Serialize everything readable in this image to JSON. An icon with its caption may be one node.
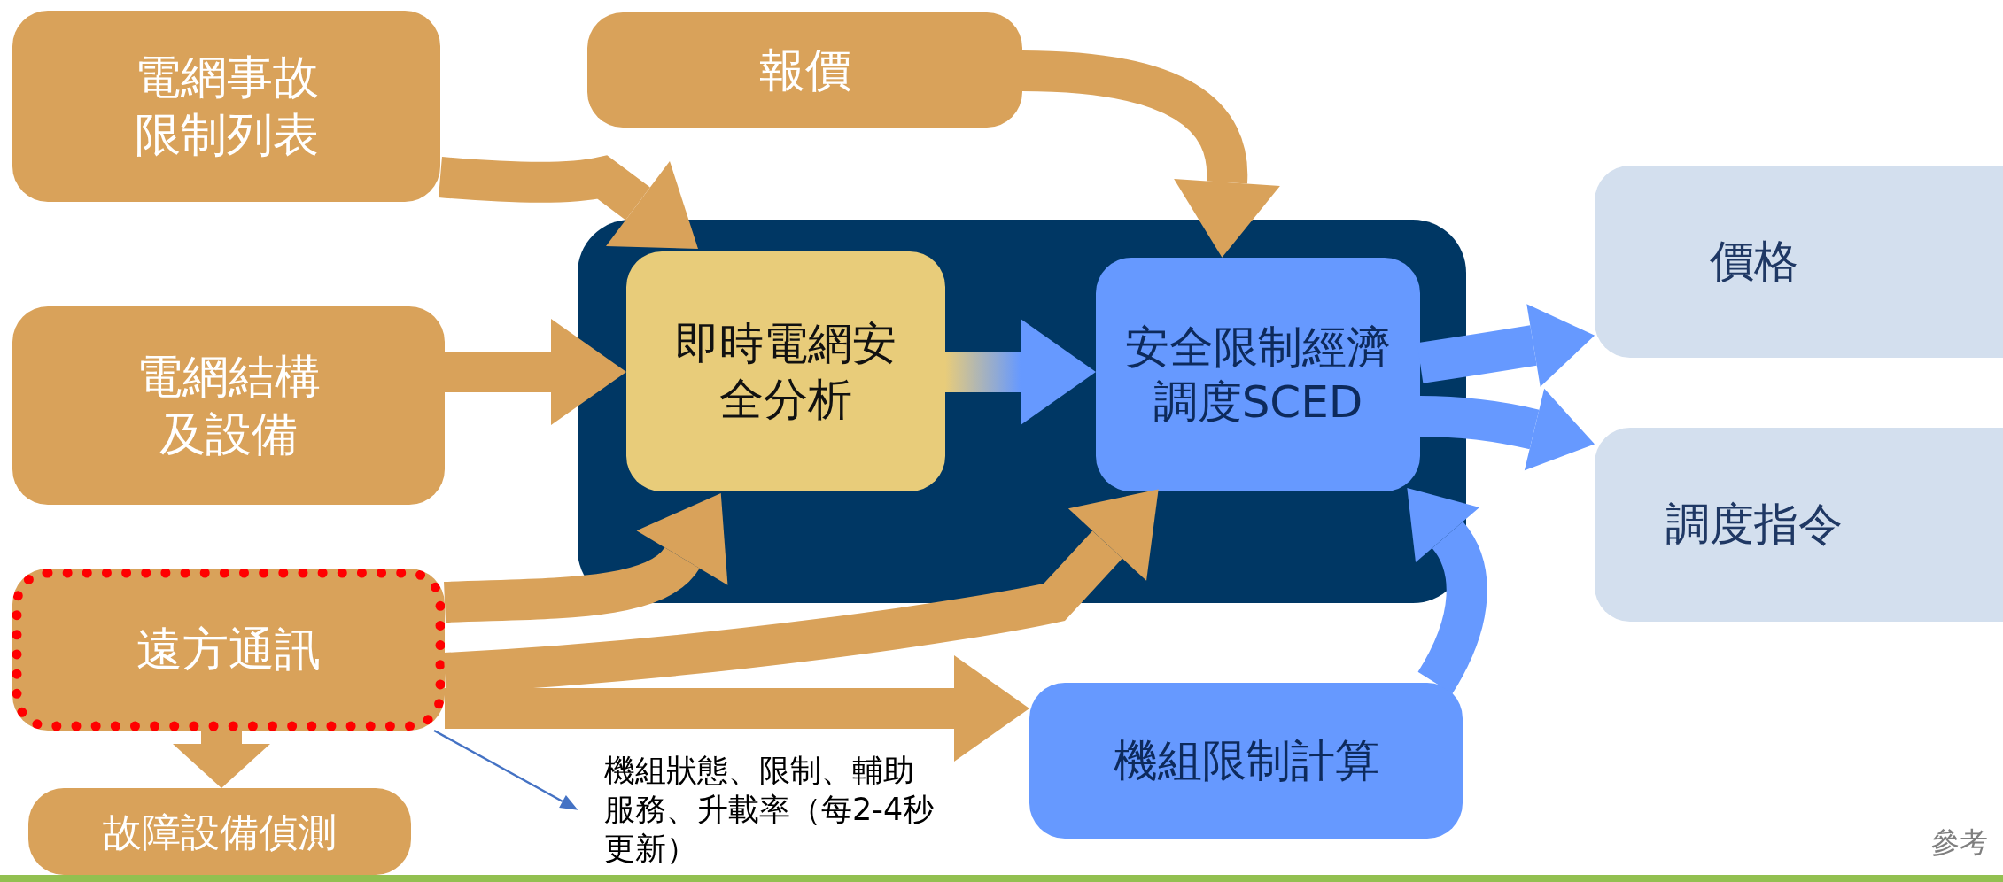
{
  "diagram": {
    "nodes": [
      {
        "text": [
          "電網事故限制列表"
        ]
      },
      {
        "text": [
          "報價"
        ]
      },
      {
        "text": [
          "電網結構及設備"
        ]
      },
      {
        "text": [
          "遠方通訊"
        ]
      },
      {
        "text": [
          "故障設備偵測"
        ]
      },
      {
        "text": [],
        "shape": "box"
      },
      {
        "text": [
          "即時電網安全分析"
        ],
        "in": 5
      },
      {
        "text": [
          "安全限制經濟調度SCED"
        ],
        "in": 5
      },
      {
        "text": [
          "價格"
        ]
      },
      {
        "text": [
          "調度指令"
        ]
      },
      {
        "text": [
          "機組限制計算"
        ]
      },
      {
        "text": [
          "機組狀態、限制、輔助服務、升載率（每2-4秒更新）"
        ]
      }
    ],
    "edges": [
      {
        "from": 0,
        "to": 6,
        "arrow": "to"
      },
      {
        "from": 1,
        "to": 7,
        "arrow": "to"
      },
      {
        "from": 2,
        "to": 6,
        "arrow": "to"
      },
      {
        "from": 3,
        "to": 6,
        "arrow": "to"
      },
      {
        "from": 3,
        "to": 7,
        "arrow": "to"
      },
      {
        "from": 3,
        "to": 10,
        "arrow": "to"
      },
      {
        "from": 3,
        "to": 4,
        "arrow": "to"
      },
      {
        "from": 6,
        "to": 7,
        "arrow": "to"
      },
      {
        "from": 7,
        "to": 8,
        "arrow": "to",
        "color": "#6699ff"
      },
      {
        "from": 7,
        "to": 9,
        "arrow": "to",
        "color": "#6699ff"
      },
      {
        "from": 10,
        "to": 7,
        "arrow": "to",
        "color": "#6699ff"
      },
      {
        "from": 3,
        "to": 11,
        "arrow": "to",
        "color": "#4472c4"
      }
    ],
    "labels": [
      "參考"
    ]
  }
}
